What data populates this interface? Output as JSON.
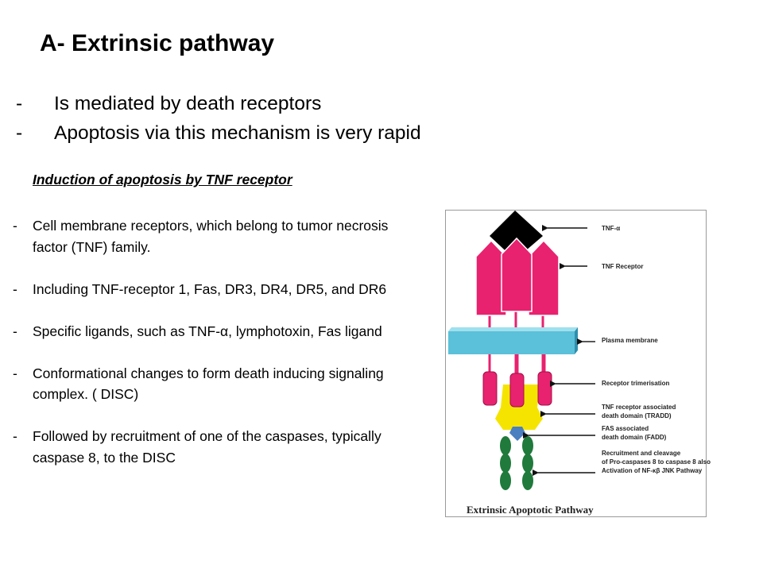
{
  "slide": {
    "title": "A- Extrinsic pathway",
    "main_points": [
      "Is mediated by death receptors",
      "Apoptosis via this mechanism is very rapid"
    ],
    "subheading": "Induction of apoptosis by TNF receptor",
    "bullets": [
      "Cell membrane receptors, which belong to tumor necrosis factor (TNF) family.",
      " Including TNF-receptor 1, Fas, DR3, DR4, DR5, and DR6",
      "Specific ligands, such as TNF-α, lymphotoxin, Fas ligand",
      "Conformational changes to form  death inducing signaling complex. ( DISC)",
      "Followed by recruitment of one of the caspases, typically caspase 8, to the DISC"
    ],
    "bullet_marker": "-"
  },
  "figure": {
    "labels": {
      "tnf_alpha": "TNF-α",
      "tnf_receptor": "TNF Receptor",
      "plasma_membrane": "Plasma membrane",
      "receptor_trimerisation": "Receptor trimerisation",
      "tradd_line1": "TNF receptor associated",
      "tradd_line2": "death domain (TRADD)",
      "fadd_line1": "FAS associated",
      "fadd_line2": "death domain (FADD)",
      "recruit_line1": "Recruitment and cleavage",
      "recruit_line2": "of Pro-caspases 8 to caspase 8 also",
      "recruit_line3": "Activation of NF-κβ JNK Pathway"
    },
    "caption": "Extrinsic Apoptotic Pathway",
    "colors": {
      "receptor": "#e8226f",
      "membrane": "#5bc0d9",
      "tradd": "#f5e400",
      "fadd": "#4a7fc0",
      "caspase": "#1f7a3c",
      "ligand": "#000000"
    }
  }
}
